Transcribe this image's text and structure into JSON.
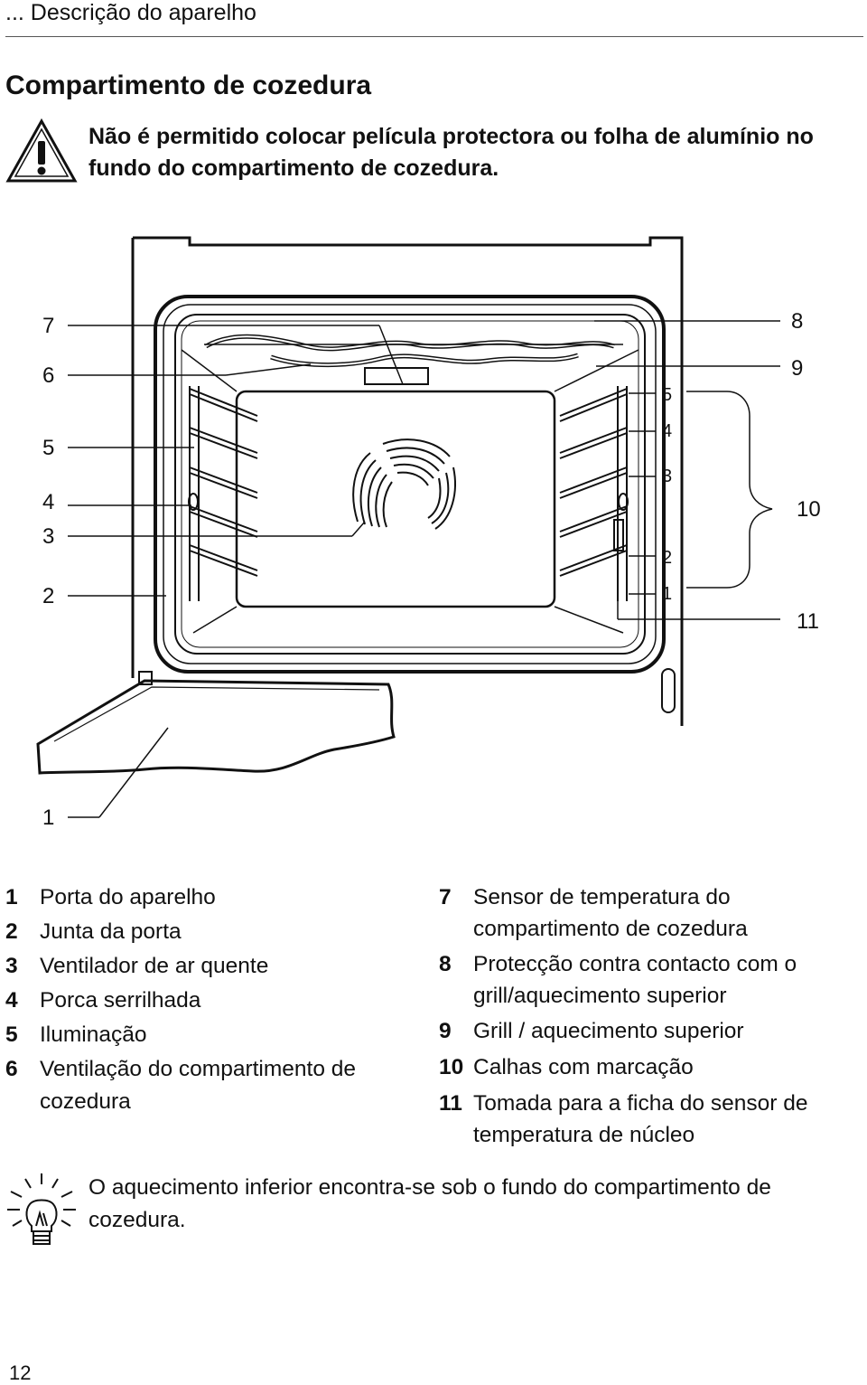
{
  "header": {
    "title": "... Descrição do aparelho"
  },
  "section": {
    "title": "Compartimento de cozedura"
  },
  "warning": {
    "icon": "warning-triangle-icon",
    "text": "Não é permitido colocar película protectora ou folha de alumínio no fundo do compartimento de cozedura."
  },
  "diagram": {
    "callouts_left": [
      "7",
      "6",
      "5",
      "4",
      "3",
      "2",
      "1"
    ],
    "callouts_right": [
      "8",
      "9",
      "10",
      "11"
    ],
    "rack_levels": [
      "5",
      "4",
      "3",
      "2",
      "1"
    ]
  },
  "legend": {
    "left": [
      {
        "num": "1",
        "text": "Porta do aparelho"
      },
      {
        "num": "2",
        "text": "Junta da porta"
      },
      {
        "num": "3",
        "text": "Ventilador de ar quente"
      },
      {
        "num": "4",
        "text": "Porca serrilhada"
      },
      {
        "num": "5",
        "text": "Iluminação"
      },
      {
        "num": "6",
        "text": "Ventilação do compartimento de cozedura"
      }
    ],
    "right": [
      {
        "num": "7",
        "text": "Sensor de temperatura do compartimento de cozedura"
      },
      {
        "num": "8",
        "text": "Protecção contra contacto com o grill/aquecimento superior"
      },
      {
        "num": "9",
        "text": "Grill / aquecimento superior"
      },
      {
        "num": "10",
        "text": "Calhas com marcação"
      },
      {
        "num": "11",
        "text": "Tomada para a ficha do sensor de temperatura de núcleo"
      }
    ]
  },
  "tip": {
    "icon": "lightbulb-icon",
    "text": "O aquecimento inferior encontra-se sob o fundo do compartimento de cozedura."
  },
  "page": {
    "number": "12"
  }
}
